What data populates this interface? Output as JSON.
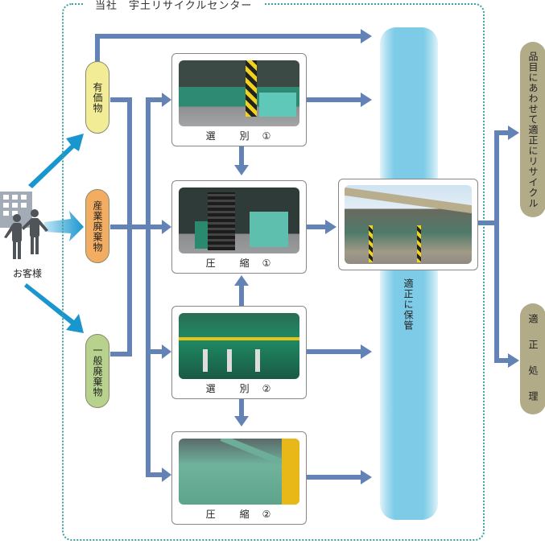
{
  "frame": {
    "title": "当社　宇土リサイクルセンター"
  },
  "customer": {
    "label": "お客様",
    "icon": "building-people-icon"
  },
  "sources": [
    {
      "label": "有価物",
      "color": "#f3ec96"
    },
    {
      "label": "産業廃棄物",
      "color": "#f3ad62"
    },
    {
      "label": "一般廃棄物",
      "color": "#b6d28d"
    }
  ],
  "process_cards": [
    {
      "caption": "選　　別　①",
      "photo": "sorting-1-photo"
    },
    {
      "caption": "圧　　縮　①",
      "photo": "compression-1-photo"
    },
    {
      "caption": "選　　別　②",
      "photo": "sorting-2-photo"
    },
    {
      "caption": "圧　　縮　②",
      "photo": "compression-2-photo"
    }
  ],
  "storage": {
    "label": "適正に保管",
    "photo": "storage-shed-photo",
    "color": "#7dcbe6"
  },
  "outputs": [
    {
      "label": "品目にあわせて適正にリサイクル"
    },
    {
      "label": "適　正　処　理"
    }
  ],
  "colors": {
    "arrow": "#6382b5",
    "customer_arrow": "#1a96cf",
    "frame_dots": "#3aa0a0",
    "output_pill": "#b1ab88"
  }
}
